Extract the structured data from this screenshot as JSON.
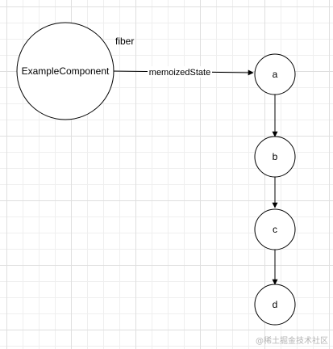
{
  "diagram": {
    "nodes": [
      {
        "id": "example",
        "label": "ExampleComponent"
      },
      {
        "id": "a",
        "label": "a"
      },
      {
        "id": "b",
        "label": "b"
      },
      {
        "id": "c",
        "label": "c"
      },
      {
        "id": "d",
        "label": "d"
      }
    ],
    "edges": [
      {
        "from": "example",
        "to": "a",
        "label": "memoizedState"
      },
      {
        "from": "a",
        "to": "b",
        "label": ""
      },
      {
        "from": "b",
        "to": "c",
        "label": ""
      },
      {
        "from": "c",
        "to": "d",
        "label": ""
      }
    ],
    "annotation": "fiber"
  },
  "watermark": "@稀土掘金技术社区",
  "colors": {
    "stroke": "#000000",
    "grid": "#dfdfdf",
    "watermark": "#b4b4b4"
  }
}
